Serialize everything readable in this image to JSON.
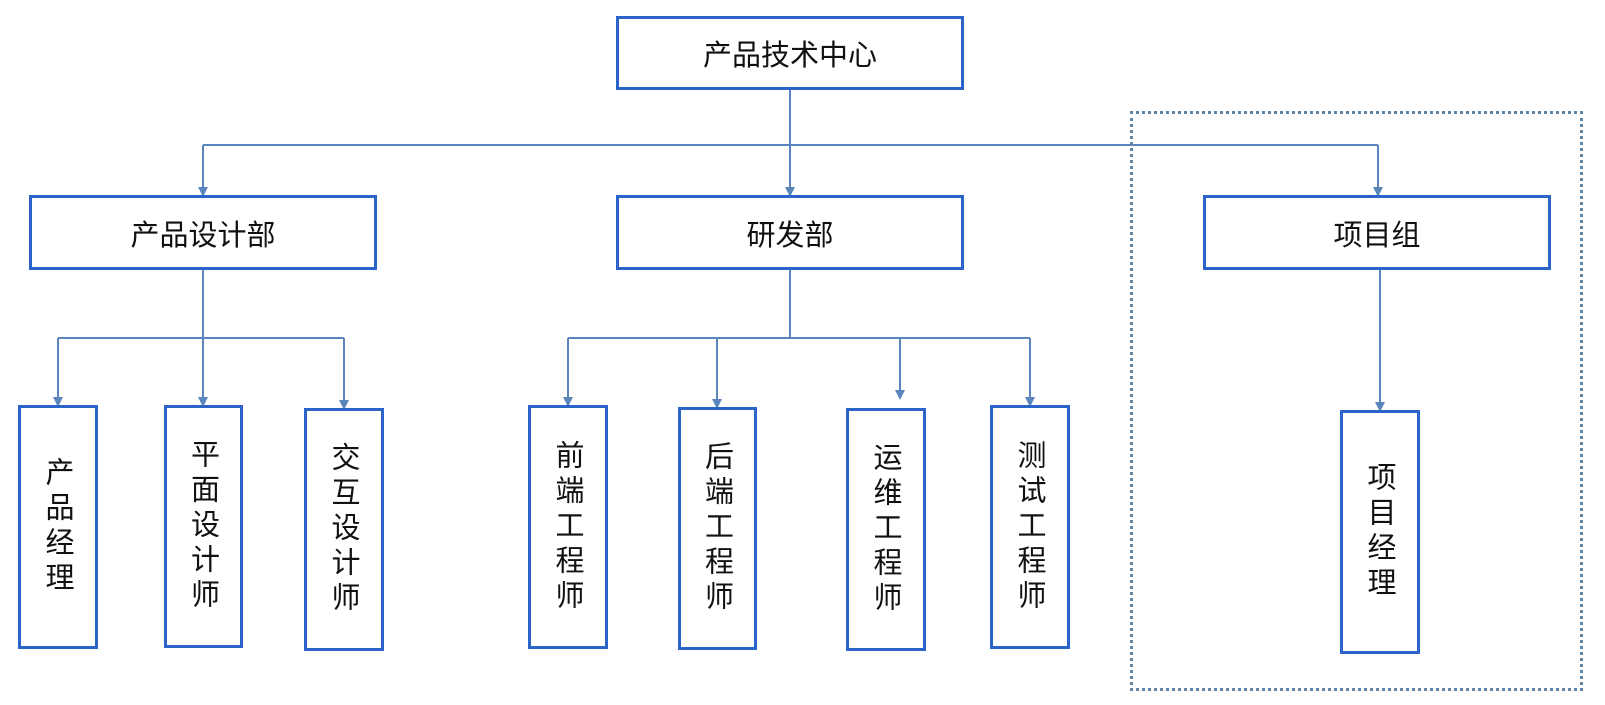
{
  "colors": {
    "box_border": "#2b63c9",
    "connector": "#5b86bd",
    "group_border": "#5f86a6"
  },
  "org": {
    "root": "产品技术中心",
    "departments": {
      "design": {
        "label": "产品设计部",
        "roles": [
          "产品经理",
          "平面设计师",
          "交互设计师"
        ]
      },
      "rd": {
        "label": "研发部",
        "roles": [
          "前端工程师",
          "后端工程师",
          "运维工程师",
          "测试工程师"
        ]
      },
      "project": {
        "label": "项目组",
        "roles": [
          "项目经理"
        ]
      }
    }
  }
}
